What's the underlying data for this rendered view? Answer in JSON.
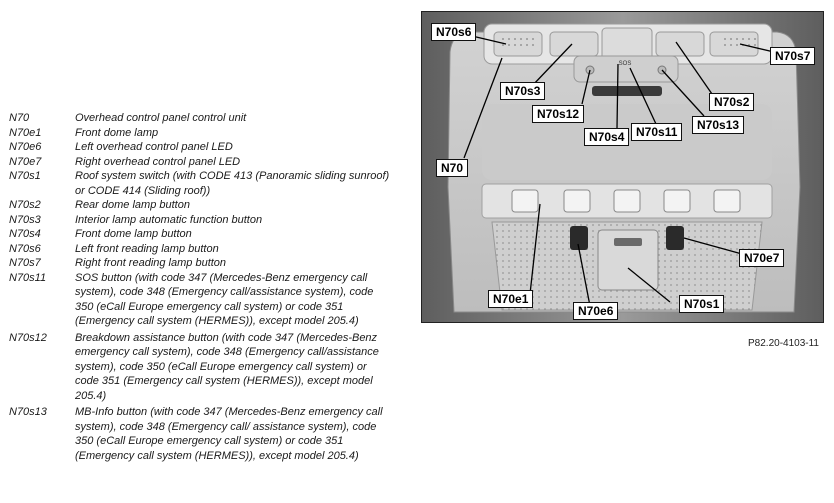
{
  "legend": [
    {
      "code": "N70",
      "desc": "Overhead control panel control unit"
    },
    {
      "code": "N70e1",
      "desc": "Front dome lamp"
    },
    {
      "code": "N70e6",
      "desc": "Left overhead control panel LED"
    },
    {
      "code": "N70e7",
      "desc": "Right overhead control panel LED"
    },
    {
      "code": "N70s1",
      "desc": "Roof system switch (with CODE 413 (Panoramic sliding sunroof) or CODE 414 (Sliding roof))"
    },
    {
      "code": "N70s2",
      "desc": "Rear dome lamp button"
    },
    {
      "code": "N70s3",
      "desc": "Interior lamp automatic function button"
    },
    {
      "code": "N70s4",
      "desc": "Front dome lamp button"
    },
    {
      "code": "N70s6",
      "desc": "Left front reading lamp button"
    },
    {
      "code": "N70s7",
      "desc": "Right front reading lamp button"
    },
    {
      "code": "N70s11",
      "desc": "SOS button (with code 347 (Mercedes-Benz emergency call system), code 348 (Emergency call/assistance system), code 350 (eCall Europe emergency call system) or code 351 (Emergency call system (HERMES)), except model 205.4)"
    },
    {
      "code": "N70s12",
      "desc": "Breakdown assistance button (with code 347 (Mercedes-Benz emergency call system), code 348 (Emergency call/assistance system), code 350 (eCall Europe emergency call system) or code 351 (Emergency call system (HERMES)), except model 205.4)"
    },
    {
      "code": "N70s13",
      "desc": "MB-Info button (with code 347 (Mercedes-Benz emergency call system), code 348 (Emergency call/ assistance system), code 350 (eCall Europe emergency call system) or code 351 (Emergency call system (HERMES)), except model 205.4)"
    }
  ],
  "callouts": {
    "n70s6": "N70s6",
    "n70s7": "N70s7",
    "n70s3": "N70s3",
    "n70s2": "N70s2",
    "n70s12": "N70s12",
    "n70s4": "N70s4",
    "n70s11": "N70s11",
    "n70s13": "N70s13",
    "n70": "N70",
    "n70e7": "N70e7",
    "n70e1": "N70e1",
    "n70e6": "N70e6",
    "n70s1": "N70s1"
  },
  "panel_text": {
    "sos": "SOS"
  },
  "figure_ref": "P82.20-4103-11"
}
